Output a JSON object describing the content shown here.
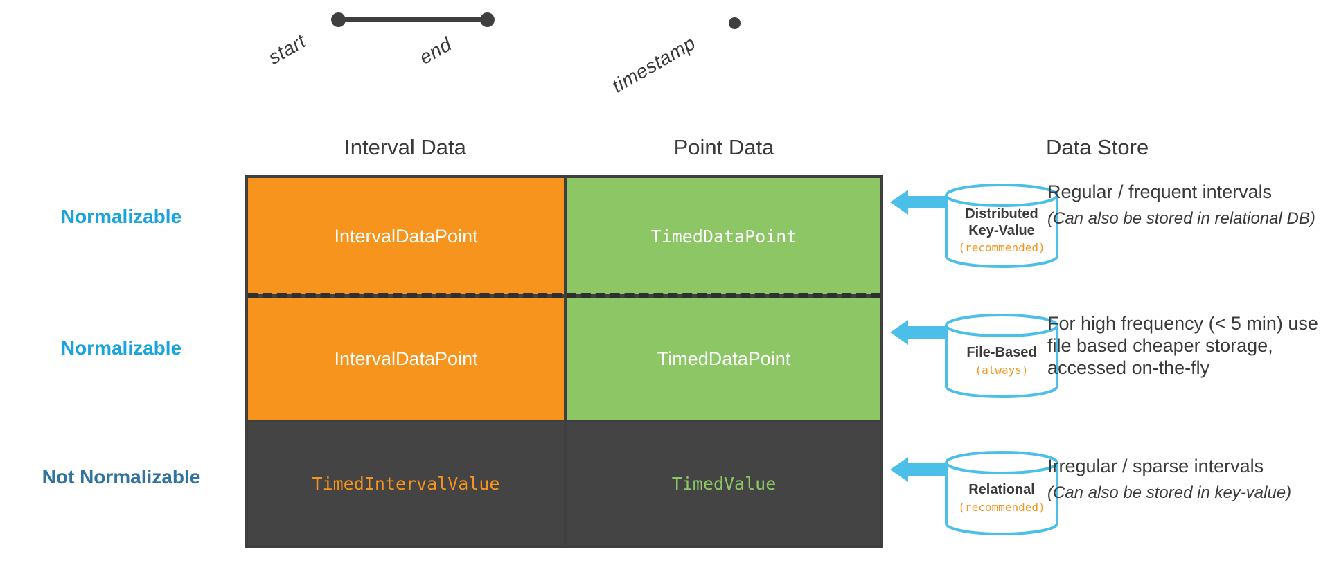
{
  "legend": {
    "interval_start_label": "start",
    "interval_end_label": "end",
    "point_label": "timestamp"
  },
  "headers": {
    "interval": "Interval Data",
    "point": "Point Data",
    "store": "Data Store"
  },
  "row_labels": {
    "row1": "Normalizable",
    "row2": "Normalizable",
    "row3": "Not Normalizable"
  },
  "matrix": {
    "rows": [
      {
        "interval_cell": "IntervalDataPoint",
        "point_cell": "TimedDataPoint",
        "interval_style": "sans",
        "point_style": "mono"
      },
      {
        "interval_cell": "IntervalDataPoint",
        "point_cell": "TimedDataPoint",
        "interval_style": "sans",
        "point_style": "sans"
      },
      {
        "interval_cell": "TimedIntervalValue",
        "point_cell": "TimedValue",
        "interval_style": "mono",
        "point_style": "mono"
      }
    ]
  },
  "data_store": [
    {
      "cylinder_name": "Distributed\nKey-Value",
      "cylinder_name_line1": "Distributed",
      "cylinder_name_line2": "Key-Value",
      "cylinder_note": "(recommended)",
      "description_main": "Regular / frequent intervals",
      "description_sub": "(Can also be stored in relational DB)"
    },
    {
      "cylinder_name_line1": "File-Based",
      "cylinder_name_line2": "",
      "cylinder_note": "(always)",
      "description_main": "For high frequency (< 5 min) use file based cheaper storage, accessed on-the-fly",
      "description_sub": ""
    },
    {
      "cylinder_name_line1": "Relational",
      "cylinder_name_line2": "",
      "cylinder_note": "(recommended)",
      "description_main": "Irregular / sparse intervals",
      "description_sub": "(Can also be stored in key-value)"
    }
  ],
  "colors": {
    "interval_orange": "#f7941e",
    "point_green": "#8cc665",
    "dark_cell": "#444444",
    "accent_blue": "#1aa3dd",
    "accent_blue_dark": "#3273a0",
    "arrow_blue": "#4bbfe8",
    "cylinder_blue": "#4bbfe8",
    "text_dark": "#3a3a3a"
  },
  "icons": {
    "arrow": "arrow-left-icon",
    "cylinder": "database-cylinder-icon",
    "interval_bar": "interval-segment-icon",
    "point_dot": "point-dot-icon"
  }
}
